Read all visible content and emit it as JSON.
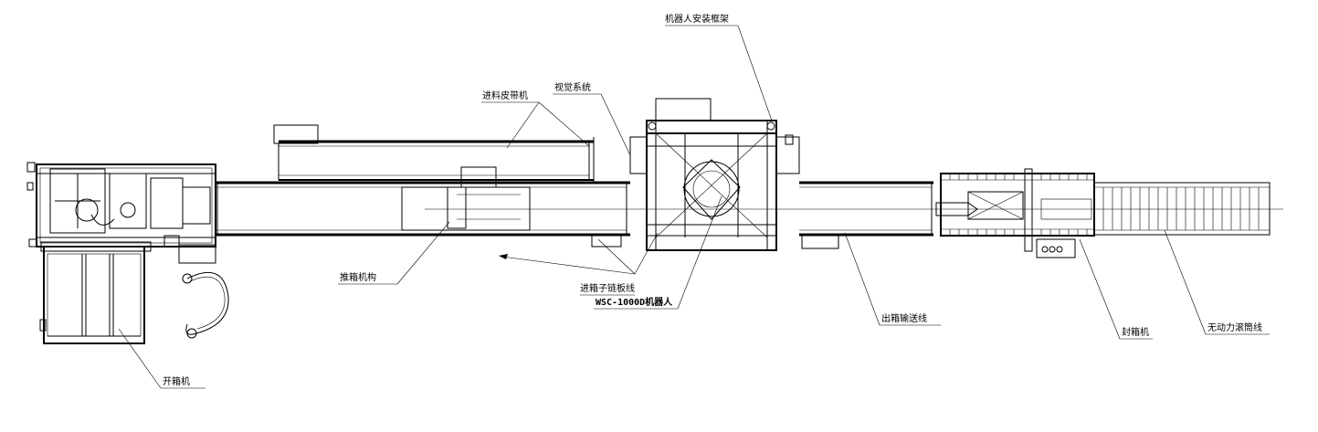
{
  "labels": {
    "robot_frame": "机器人安装框架",
    "vision_system": "视觉系统",
    "feed_belt": "进料皮带机",
    "push_mechanism": "推箱机构",
    "infeed_chain": "进箱子链板线",
    "robot": "WSC-1000D机器人",
    "outfeed_conveyor": "出箱输送线",
    "case_sealer": "封箱机",
    "roller_line": "无动力滚筒线",
    "case_erector": "开箱机"
  },
  "colors": {
    "line": "#000000",
    "background": "#ffffff"
  }
}
